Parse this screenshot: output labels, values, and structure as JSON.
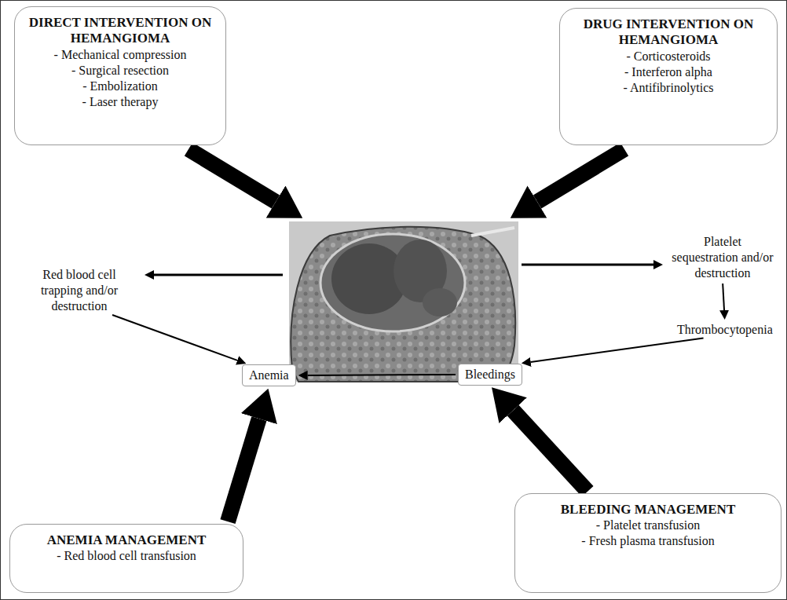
{
  "diagram": {
    "nodes": [
      {
        "text": [
          "DIRECT INTERVENTION ON HEMANGIOMA",
          "- Mechanical compression",
          "- Surgical resection",
          "- Embolization",
          "- Laser therapy"
        ]
      },
      {
        "text": [
          "DRUG INTERVENTION ON HEMANGIOMA",
          "- Corticosteroids",
          "- Interferon alpha",
          "- Antifibrinolytics"
        ]
      },
      {
        "text": [
          "Red blood cell trapping and/or destruction"
        ]
      },
      {
        "text": [
          "Platelet sequestration and/or destruction"
        ]
      },
      {
        "text": [
          "Thrombocytopenia"
        ]
      },
      {
        "text": [
          "Anemia"
        ]
      },
      {
        "text": [
          "Bleedings"
        ]
      },
      {
        "text": [
          "ANEMIA MANAGEMENT",
          "- Red blood cell transfusion"
        ]
      },
      {
        "text": [
          "BLEEDING MANAGEMENT",
          "- Platelet transfusion",
          "- Fresh plasma transfusion"
        ]
      }
    ],
    "edges": [
      {
        "from": 2,
        "to": 5,
        "arrow": "to"
      },
      {
        "from": 3,
        "to": 4,
        "arrow": "to"
      },
      {
        "from": 4,
        "to": 6,
        "arrow": "to"
      },
      {
        "from": 6,
        "to": 5,
        "arrow": "to"
      },
      {
        "from": 7,
        "to": 5,
        "arrow": "to"
      },
      {
        "from": 8,
        "to": 6,
        "arrow": "to"
      }
    ]
  }
}
